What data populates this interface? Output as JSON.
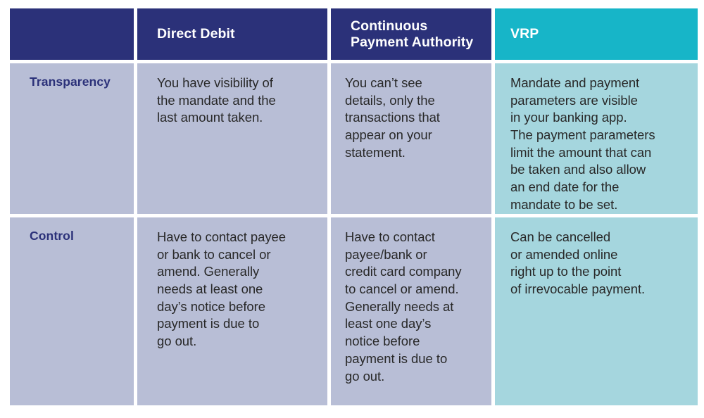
{
  "table": {
    "columns": [
      {
        "id": "row-label",
        "label": ""
      },
      {
        "id": "direct-debit",
        "label": "Direct Debit"
      },
      {
        "id": "continuous-payment-authority",
        "label": "Continuous\nPayment Authority"
      },
      {
        "id": "vrp",
        "label": "VRP"
      }
    ],
    "rows": [
      {
        "id": "transparency",
        "label": "Transparency",
        "cells": {
          "direct_debit": "You have visibility of\nthe mandate and the\nlast amount taken.",
          "continuous_payment_authority": "You can’t see\ndetails, only the\ntransactions that\nappear on your\nstatement.",
          "vrp": "Mandate and payment\nparameters are visible\nin your banking app.\nThe payment parameters\nlimit the amount that can\nbe taken and also allow\nan end date for the\nmandate to be set."
        }
      },
      {
        "id": "control",
        "label": "Control",
        "cells": {
          "direct_debit": "Have to contact payee\nor bank to cancel or\namend.  Generally\nneeds at least one\nday’s notice before\npayment is due to\ngo out.",
          "continuous_payment_authority": "Have to contact\npayee/bank or\ncredit card company\nto cancel or amend.\nGenerally needs at\nleast one day’s\nnotice before\npayment is due to\ngo out.",
          "vrp": "Can be cancelled\nor amended online\nright up to the point\nof irrevocable payment."
        }
      }
    ]
  },
  "colors": {
    "header_navy": "#2B3179",
    "header_teal": "#17B5C8",
    "cell_periwinkle": "#B8BED6",
    "cell_light_teal": "#A5D6DE",
    "row_label_text": "#2B3179",
    "body_text": "#282828",
    "header_text": "#FFFFFF"
  }
}
